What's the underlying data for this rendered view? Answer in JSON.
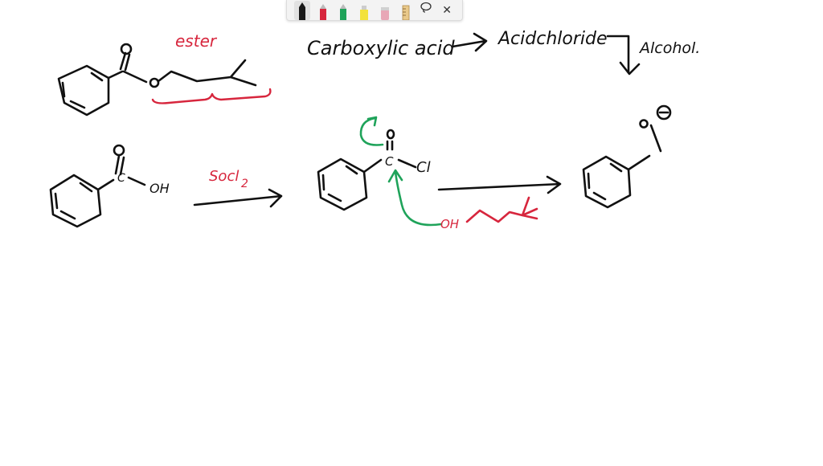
{
  "toolbar": {
    "tools": [
      {
        "name": "black-pen",
        "color": "#1a1a1a"
      },
      {
        "name": "red-pen",
        "color": "#d7263d"
      },
      {
        "name": "green-pen",
        "color": "#1fa35a"
      },
      {
        "name": "highlighter",
        "color": "#f3e23b"
      },
      {
        "name": "eraser",
        "color": "#e8a7b6"
      },
      {
        "name": "ruler",
        "color": "#e9c98a"
      }
    ],
    "lasso_icon": "lasso-icon",
    "close_glyph": "✕"
  },
  "colors": {
    "ink": "#111111",
    "red": "#d7263d",
    "green": "#1fa35a"
  },
  "notes": {
    "ester": "ester",
    "carboxylic_acid": "Carboxylic acid",
    "acid_chloride": "Acidchloride",
    "alcohol": "Alcohol."
  },
  "reaction": {
    "reagent_main": "Socl",
    "reagent_sub": "2",
    "oh_label": "OH",
    "o_label": "O",
    "c_label": "C",
    "cl_label": "Cl",
    "alcohol_oh": "OH",
    "o_minus": "O",
    "o_ester": "O"
  }
}
